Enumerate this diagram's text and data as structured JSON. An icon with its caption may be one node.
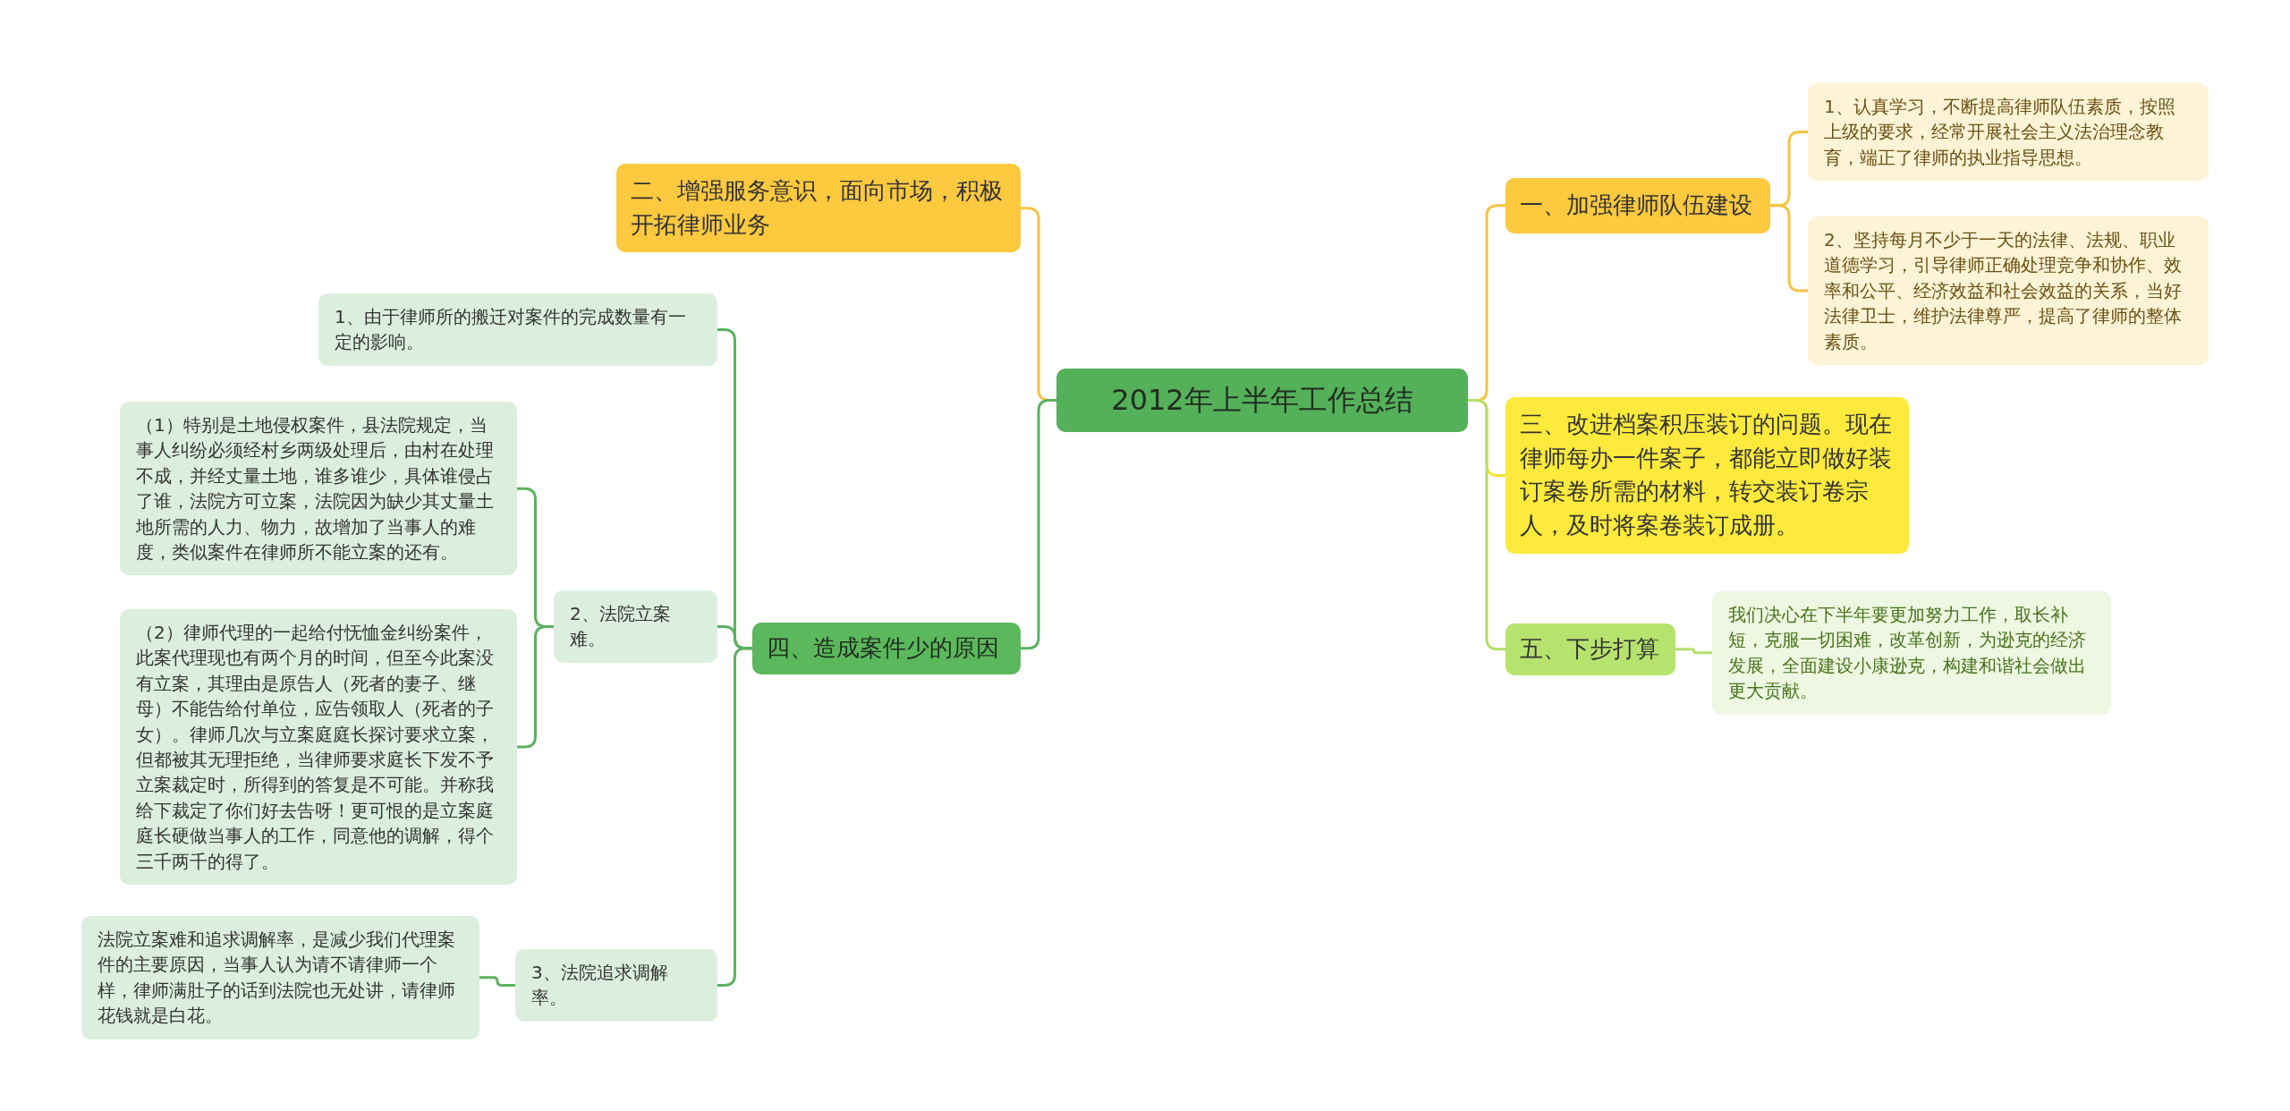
{
  "diagram": {
    "nodes": [
      {
        "text": [
          "2012年上半年工作总结"
        ]
      },
      {
        "text": [
          "二、增强服务意识，面向市场，积极开拓律师业务"
        ]
      },
      {
        "text": [
          "四、造成案件少的原因"
        ]
      },
      {
        "text": [
          "1、由于律师所的搬迁对案件的完成数量有一定的影响。"
        ]
      },
      {
        "text": [
          "2、法院立案难。"
        ]
      },
      {
        "text": [
          "（1）特别是土地侵权案件，县法院规定，当事人纠纷必须经村乡两级处理后，由村在处理不成，并经丈量土地，谁多谁少，具体谁侵占了谁，法院方可立案，法院因为缺少其丈量土地所需的人力、物力，故增加了当事人的难度，类似案件在律师所不能立案的还有。"
        ]
      },
      {
        "text": [
          "（2）律师代理的一起给付怃恤金纠纷案件，此案代理现也有两个月的时间，但至今此案没有立案，其理由是原告人（死者的妻子、继母）不能告给付单位，应告领取人（死者的子女）。律师几次与立案庭庭长探讨要求立案，但都被其无理拒绝，当律师要求庭长下发不予立案裁定时，所得到的答复是不可能。并称我给下裁定了你们好去告呀！更可恨的是立案庭庭长硬做当事人的工作，同意他的调解，得个三千两千的得了。"
        ]
      },
      {
        "text": [
          "3、法院追求调解率。"
        ]
      },
      {
        "text": [
          "法院立案难和追求调解率，是减少我们代理案件的主要原因，当事人认为请不请律师一个样，律师满肚子的话到法院也无处讲，请律师花钱就是白花。"
        ]
      },
      {
        "text": [
          "一、加强律师队伍建设"
        ]
      },
      {
        "text": [
          "1、认真学习，不断提高律师队伍素质，按照上级的要求，经常开展社会主义法治理念教育，端正了律师的执业指导思想。"
        ]
      },
      {
        "text": [
          "2、坚持每月不少于一天的法律、法规、职业道德学习，引导律师正确处理竞争和协作、效率和公平、经济效益和社会效益的关系，当好法律卫士，维护法律尊严，提高了律师的整体素质。"
        ]
      },
      {
        "text": [
          "三、改进档案积压装订的问题。现在律师每办一件案子，都能立即做好装订案卷所需的材料，转交装订卷宗人，及时将案卷装订成册。"
        ]
      },
      {
        "text": [
          "五、下步打算"
        ]
      },
      {
        "text": [
          "我们决心在下半年要更加努力工作，取长补短，克服一切困难，改革创新，为逊克的经济发展，全面建设小康逊克，构建和谐社会做出更大贡献。"
        ]
      }
    ],
    "edges": [
      {
        "from": 0,
        "to": 1,
        "arrow": "none",
        "color": "#f6c445"
      },
      {
        "from": 0,
        "to": 2,
        "arrow": "none"
      },
      {
        "from": 0,
        "to": 9,
        "arrow": "none",
        "color": "#f6c445"
      },
      {
        "from": 0,
        "to": 12,
        "arrow": "none",
        "color": "#f5e23c"
      },
      {
        "from": 0,
        "to": 13,
        "arrow": "none",
        "color": "#b3df6b"
      },
      {
        "from": 9,
        "to": 10,
        "arrow": "none",
        "color": "#f6c445"
      },
      {
        "from": 9,
        "to": 11,
        "arrow": "none",
        "color": "#f6c445"
      },
      {
        "from": 2,
        "to": 3,
        "arrow": "none"
      },
      {
        "from": 2,
        "to": 4,
        "arrow": "none"
      },
      {
        "from": 2,
        "to": 7,
        "arrow": "none"
      },
      {
        "from": 4,
        "to": 5,
        "arrow": "none"
      },
      {
        "from": 4,
        "to": 6,
        "arrow": "none"
      },
      {
        "from": 7,
        "to": 8,
        "arrow": "none"
      },
      {
        "from": 13,
        "to": 14,
        "arrow": "none",
        "color": "#b3df6b"
      }
    ]
  }
}
